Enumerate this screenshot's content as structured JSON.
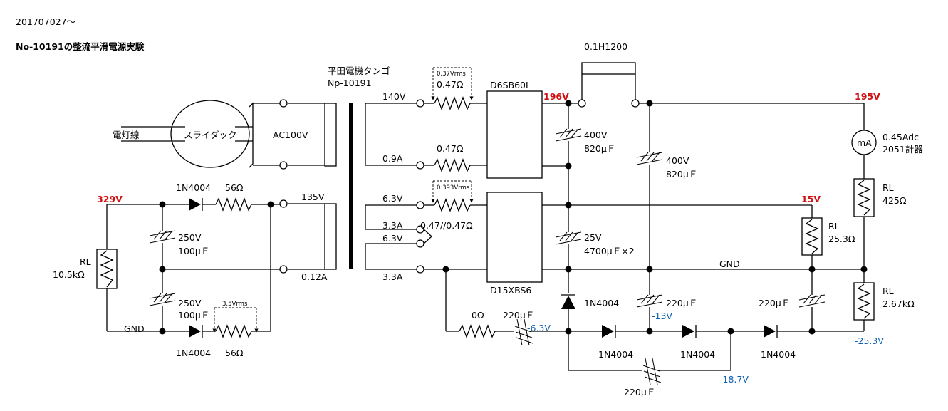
{
  "header": {
    "date": "201707027～",
    "title": "No-10191の整流平滑電源実験"
  },
  "transformer": {
    "maker": "平田電機タンゴ",
    "model": "Np-10191"
  },
  "choke": "0.1H1200",
  "slidac": {
    "label": "スライダック",
    "input": "電灯線",
    "ac": "AC100V"
  },
  "taps": {
    "t140": "140V",
    "t09": "0.9A",
    "t135": "135V",
    "t012": "0.12A",
    "t63a": "6.3V",
    "t33a": "3.3A",
    "t63b": "6.3V",
    "t33b": "3.3A"
  },
  "resistors": {
    "r047a": "0.47Ω",
    "r047b": "0.47Ω",
    "r047pair": "0.47//0.47Ω",
    "r56a": "56Ω",
    "r56b": "56Ω",
    "r0": "0Ω"
  },
  "measurements": {
    "vrms037": "0.37Vrms",
    "vrms0393": "0.393Vrms",
    "vrms35": "3.5Vrms"
  },
  "rectifiers": {
    "bridge1": "D6SB60L",
    "bridge2": "D15XBS6",
    "diode": "1N4004"
  },
  "capacitors": {
    "c400a_v": "400V",
    "c400a_c": "820μＦ",
    "c400b_v": "400V",
    "c400b_c": "820μＦ",
    "c25_v": "25V",
    "c25_c": "4700μＦ×2",
    "c250a_v": "250V",
    "c250a_c": "100μＦ",
    "c250b_v": "250V",
    "c250b_c": "100μＦ",
    "c220": "220μＦ"
  },
  "loads": {
    "meter_symbol": "mA",
    "meter_current": "0.45Adc",
    "meter_name": "2051計器",
    "rl": "RL",
    "rl425": "425Ω",
    "rl253": "25.3Ω",
    "rl267": "2.67kΩ",
    "rl105": "10.5kΩ"
  },
  "gnd": "GND",
  "voltages": {
    "v196": "196V",
    "v195": "195V",
    "v329": "329V",
    "v15": "15V",
    "vm63": "-6.3V",
    "vm13": "-13V",
    "vm187": "-18.7V",
    "vm253": "-25.3V"
  },
  "colors": {
    "red_label": "#d01010",
    "blue_label": "#1060b0",
    "line": "#000000"
  }
}
